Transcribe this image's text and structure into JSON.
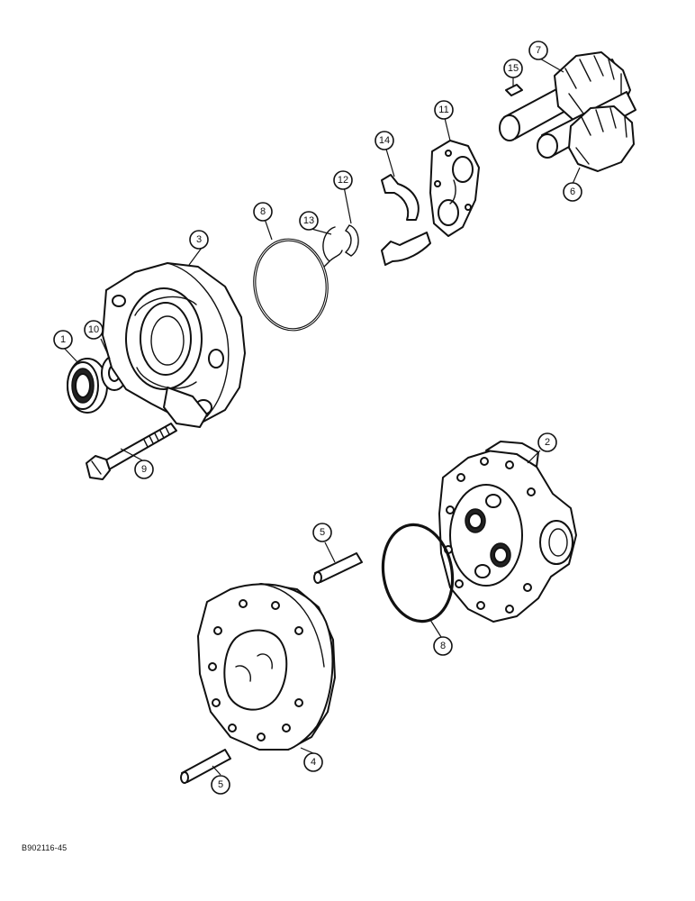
{
  "callouts": [
    "1",
    "2",
    "3",
    "4",
    "5",
    "5",
    "6",
    "7",
    "8",
    "8",
    "9",
    "10",
    "11",
    "12",
    "13",
    "14",
    "15"
  ],
  "reference_code": "B902116-45",
  "icons": [
    "gear-pump-exploded-view"
  ]
}
